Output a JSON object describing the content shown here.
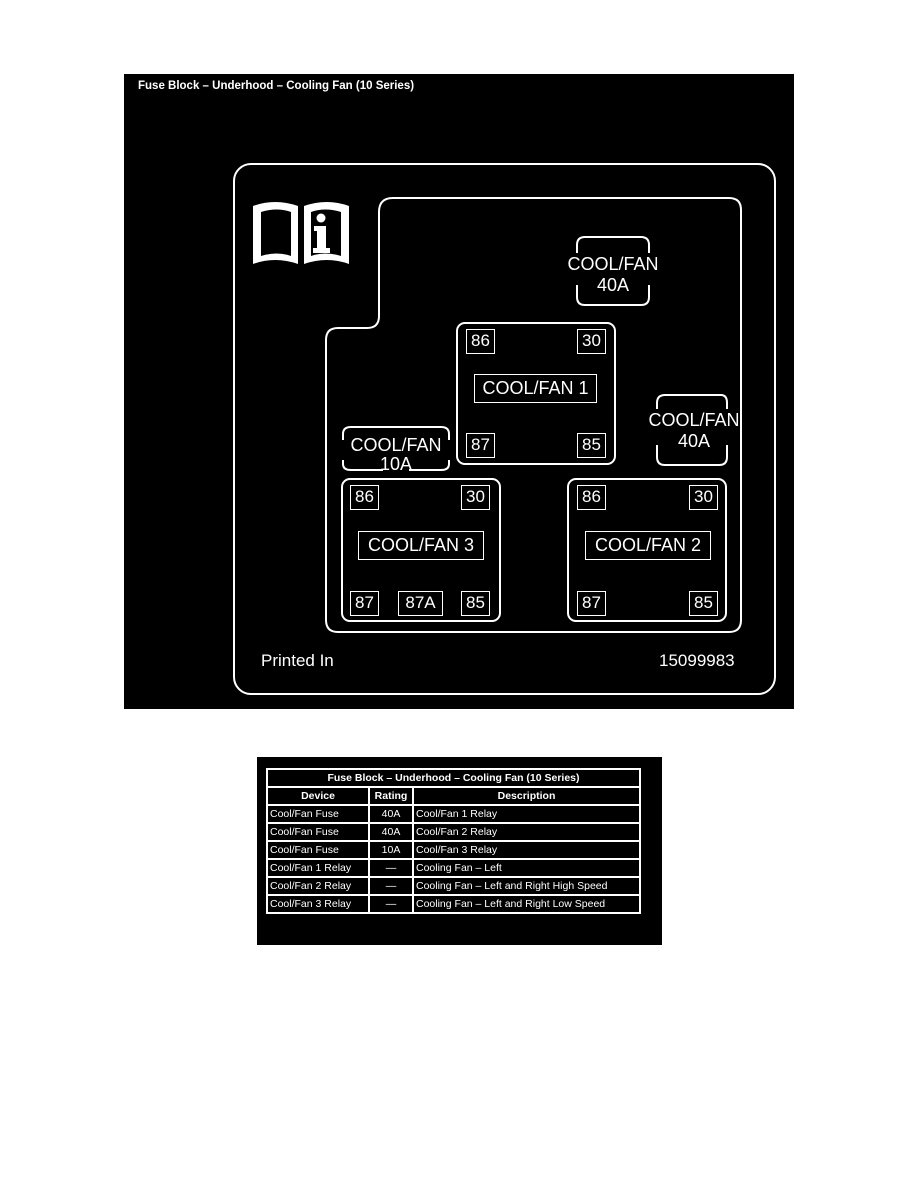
{
  "diagram": {
    "title": "Fuse Block – Underhood – Cooling Fan (10 Series)",
    "printed_in": "Printed In",
    "part_number": "15099983",
    "fuses": [
      {
        "name": "COOL/FAN",
        "rating": "40A"
      },
      {
        "name": "COOL/FAN",
        "rating": "40A"
      },
      {
        "name": "COOL/FAN",
        "rating": "10A"
      }
    ],
    "relays": [
      {
        "name": "COOL/FAN 1",
        "terminals": [
          "86",
          "30",
          "87",
          "85"
        ]
      },
      {
        "name": "COOL/FAN 3",
        "terminals": [
          "86",
          "30",
          "87",
          "87A",
          "85"
        ]
      },
      {
        "name": "COOL/FAN 2",
        "terminals": [
          "86",
          "30",
          "87",
          "85"
        ]
      }
    ]
  },
  "table": {
    "title": "Fuse Block – Underhood – Cooling Fan (10 Series)",
    "headers": [
      "Device",
      "Rating",
      "Description"
    ],
    "rows": [
      [
        "Cool/Fan Fuse",
        "40A",
        "Cool/Fan 1 Relay"
      ],
      [
        "Cool/Fan Fuse",
        "40A",
        "Cool/Fan 2 Relay"
      ],
      [
        "Cool/Fan Fuse",
        "10A",
        "Cool/Fan 3 Relay"
      ],
      [
        "Cool/Fan 1 Relay",
        "—",
        "Cooling Fan – Left"
      ],
      [
        "Cool/Fan 2 Relay",
        "—",
        "Cooling Fan – Left and Right High Speed"
      ],
      [
        "Cool/Fan 3 Relay",
        "—",
        "Cooling Fan – Left and Right Low Speed"
      ]
    ]
  }
}
